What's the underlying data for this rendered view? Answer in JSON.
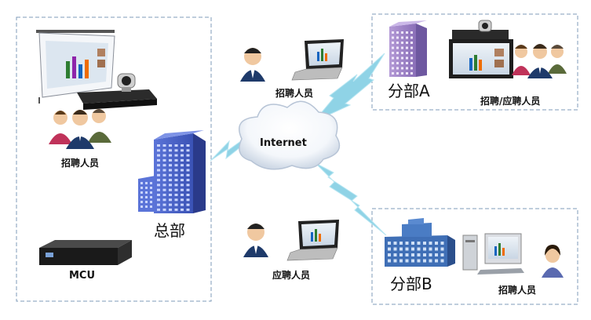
{
  "hq": {
    "label": "总部",
    "recruiters_label": "招聘人员",
    "mcu_label": "MCU"
  },
  "internet": {
    "label": "Internet"
  },
  "remote": {
    "recruiter_label": "招聘人员",
    "applicant_label": "应聘人员"
  },
  "branch_a": {
    "label": "分部A",
    "people_label": "招聘/应聘人员"
  },
  "branch_b": {
    "label": "分部B",
    "people_label": "招聘人员"
  },
  "colors": {
    "dashed_border": "#7f9bb8",
    "link_bolt": "#8fd3e6",
    "building_hq": "#4a63c8",
    "building_a": "#9a80c4",
    "building_b": "#3f6fb6"
  }
}
